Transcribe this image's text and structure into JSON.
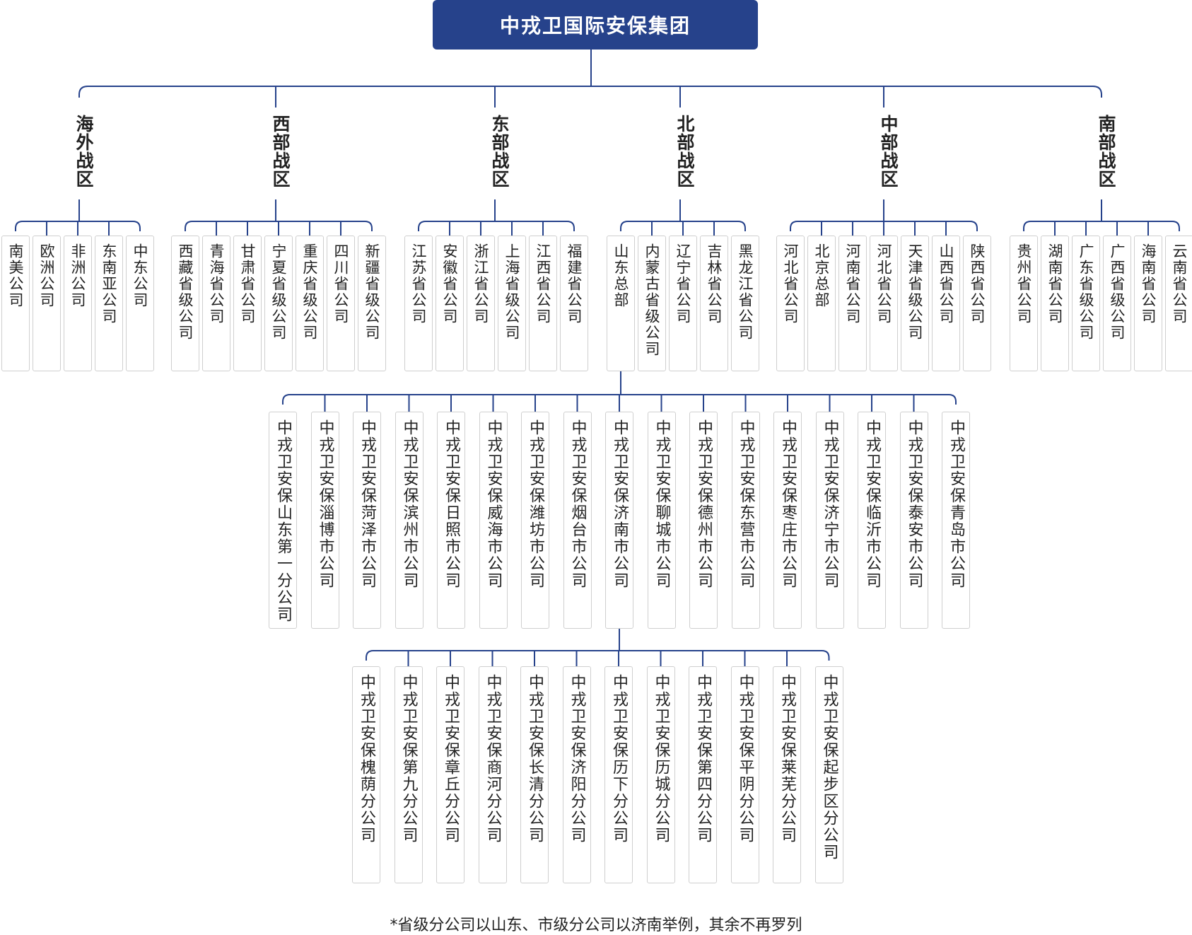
{
  "title": "中戎卫国际安保集团",
  "regions": [
    {
      "name": "海外战区",
      "children": [
        "南美公司",
        "欧洲公司",
        "非洲公司",
        "东南亚公司",
        "中东公司"
      ]
    },
    {
      "name": "西部战区",
      "children": [
        "西藏省级公司",
        "青海省公司",
        "甘肃省公司",
        "宁夏省级公司",
        "重庆省级公司",
        "四川省公司",
        "新疆省级公司"
      ]
    },
    {
      "name": "东部战区",
      "children": [
        "江苏省公司",
        "安徽省公司",
        "浙江省公司",
        "上海省级公司",
        "江西省公司",
        "福建省公司"
      ]
    },
    {
      "name": "北部战区",
      "children": [
        "山东总部",
        "内蒙古省级公司",
        "辽宁省公司",
        "吉林省公司",
        "黑龙江省公司"
      ]
    },
    {
      "name": "中部战区",
      "children": [
        "河北省公司",
        "北京总部",
        "河南省公司",
        "河北省公司",
        "天津省级公司",
        "山西省公司",
        "陕西省公司"
      ]
    },
    {
      "name": "南部战区",
      "children": [
        "贵州省公司",
        "湖南省公司",
        "广东省级公司",
        "广西省级公司",
        "海南省公司",
        "云南省公司"
      ]
    }
  ],
  "city_companies": [
    "中戎卫安保山东第一分公司",
    "中戎卫安保淄博市公司",
    "中戎卫安保菏泽市公司",
    "中戎卫安保滨州市公司",
    "中戎卫安保日照市公司",
    "中戎卫安保威海市公司",
    "中戎卫安保潍坊市公司",
    "中戎卫安保烟台市公司",
    "中戎卫安保济南市公司",
    "中戎卫安保聊城市公司",
    "中戎卫安保德州市公司",
    "中戎卫安保东营市公司",
    "中戎卫安保枣庄市公司",
    "中戎卫安保济宁市公司",
    "中戎卫安保临沂市公司",
    "中戎卫安保泰安市公司",
    "中戎卫安保青岛市公司"
  ],
  "district_companies": [
    "中戎卫安保槐荫分公司",
    "中戎卫安保第九分公司",
    "中戎卫安保章丘分公司",
    "中戎卫安保商河分公司",
    "中戎卫安保长清分公司",
    "中戎卫安保济阳分公司",
    "中戎卫安保历下分公司",
    "中戎卫安保历城分公司",
    "中戎卫安保第四分公司",
    "中戎卫安保平阴分公司",
    "中戎卫安保莱芜分公司",
    "中戎卫安保起步区分公司"
  ],
  "footnote": "*省级分公司以山东、市级分公司以济南举例，其余不再罗列",
  "colors": {
    "primary": "#26428b",
    "line": "#26428b",
    "border": "#cfcfcf"
  }
}
